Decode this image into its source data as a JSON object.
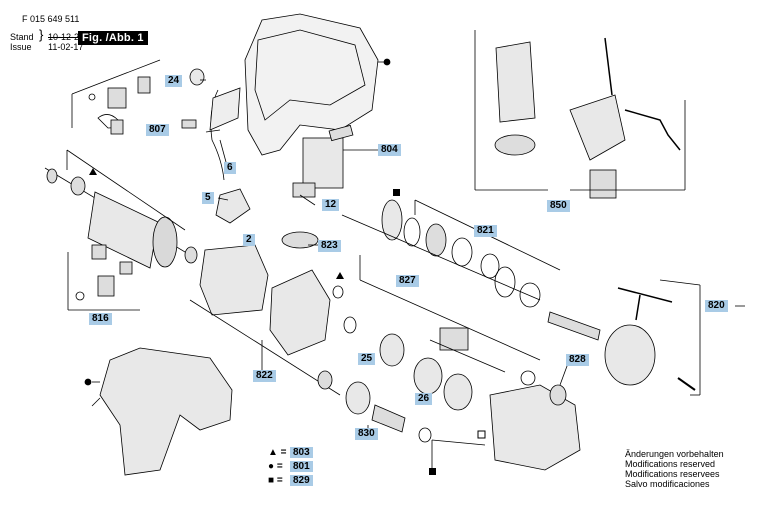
{
  "header": {
    "doc_number": "F 015 649 511",
    "stand_label": "Stand",
    "stand_date": "10-12-22",
    "issue_label": "Issue",
    "issue_date": "11-02-17",
    "figure_label": "Fig. /Abb. 1"
  },
  "parts": [
    {
      "id": "p24",
      "text": "24"
    },
    {
      "id": "p807",
      "text": "807"
    },
    {
      "id": "p6",
      "text": "6"
    },
    {
      "id": "p5",
      "text": "5"
    },
    {
      "id": "p804",
      "text": "804"
    },
    {
      "id": "p12",
      "text": "12"
    },
    {
      "id": "p2",
      "text": "2"
    },
    {
      "id": "p823",
      "text": "823"
    },
    {
      "id": "p816",
      "text": "816"
    },
    {
      "id": "p822",
      "text": "822"
    },
    {
      "id": "p827",
      "text": "827"
    },
    {
      "id": "p25",
      "text": "25"
    },
    {
      "id": "p821",
      "text": "821"
    },
    {
      "id": "p850",
      "text": "850"
    },
    {
      "id": "p820",
      "text": "820"
    },
    {
      "id": "p828",
      "text": "828"
    },
    {
      "id": "p26",
      "text": "26"
    },
    {
      "id": "p830",
      "text": "830"
    }
  ],
  "legend": [
    {
      "symbol": "▲ =",
      "code": "803"
    },
    {
      "symbol": "● =",
      "code": "801"
    },
    {
      "symbol": "■ =",
      "code": "829"
    }
  ],
  "notes": [
    "Änderungen vorbehalten",
    "Modifications reserved",
    "Modifications reservees",
    "Salvo modificaciones"
  ],
  "colors": {
    "label_bg": "#a9cbe6",
    "line": "#000000",
    "part_fill": "#e8e8e8"
  }
}
